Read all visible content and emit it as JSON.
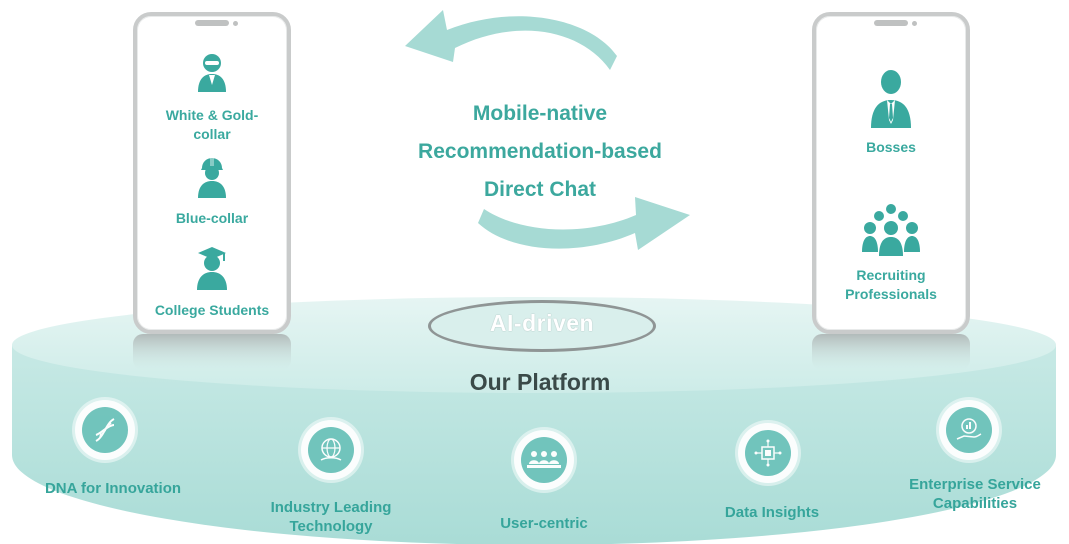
{
  "center_text": {
    "line1": "Mobile-native",
    "line2": "Recommendation-based",
    "line3": "Direct Chat"
  },
  "left_phone": {
    "items": [
      {
        "label": "White & Gold-\ncollar",
        "icon": "white-collar-user-icon"
      },
      {
        "label": "Blue-collar",
        "icon": "hardhat-worker-icon"
      },
      {
        "label": "College Students",
        "icon": "graduate-icon"
      }
    ]
  },
  "right_phone": {
    "items": [
      {
        "label": "Bosses",
        "icon": "businessman-icon"
      },
      {
        "label": "Recruiting\nProfessionals",
        "icon": "team-group-icon"
      }
    ]
  },
  "platform": {
    "badge": "AI-driven",
    "title": "Our Platform"
  },
  "features": [
    {
      "label": "DNA for Innovation",
      "icon": "dna-icon"
    },
    {
      "label": "Industry Leading\nTechnology",
      "icon": "globe-tech-icon"
    },
    {
      "label": "User-centric",
      "icon": "users-row-icon"
    },
    {
      "label": "Data Insights",
      "icon": "chip-icon"
    },
    {
      "label": "Enterprise Service\nCapabilities",
      "icon": "hand-chart-icon"
    }
  ],
  "colors": {
    "accent": "#3aa99f",
    "platform": "#b9e2dd",
    "arrow": "#a6dad4"
  }
}
